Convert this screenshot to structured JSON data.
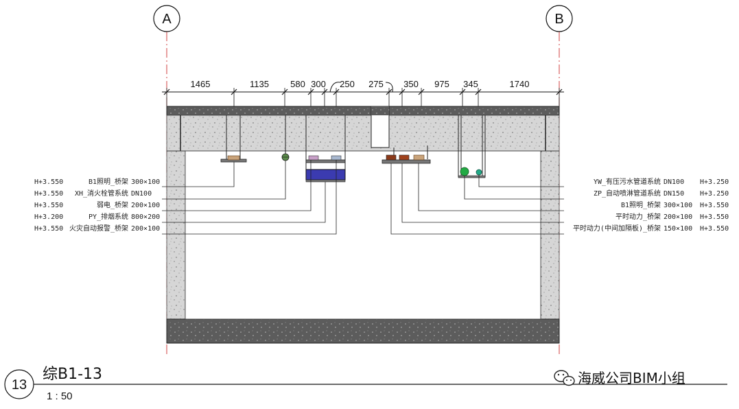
{
  "grid_axes": [
    {
      "label": "A"
    },
    {
      "label": "B"
    }
  ],
  "dimensions": [
    "1465",
    "1135",
    "580",
    "300",
    "250",
    "275",
    "350",
    "975",
    "345",
    "1740"
  ],
  "left_labels": [
    {
      "elev": "H+3.550",
      "name": "B1照明_桥架",
      "size": "300×100"
    },
    {
      "elev": "H+3.550",
      "name": "XH_消火栓管系统",
      "size": "DN100"
    },
    {
      "elev": "H+3.550",
      "name": "弱电_桥架",
      "size": "200×100"
    },
    {
      "elev": "H+3.200",
      "name": "PY_排烟系统",
      "size": "800×200"
    },
    {
      "elev": "H+3.550",
      "name": "火灾自动报警_桥架",
      "size": "200×100"
    }
  ],
  "right_labels": [
    {
      "name": "YW_有压污水管道系统",
      "size": "DN100",
      "elev": "H+3.250"
    },
    {
      "name": "ZP_自动喷淋管道系统",
      "size": "DN150",
      "elev": "H+3.250"
    },
    {
      "name": "B1照明_桥架",
      "size": "300×100",
      "elev": "H+3.550"
    },
    {
      "name": "平时动力_桥架",
      "size": "200×100",
      "elev": "H+3.550"
    },
    {
      "name": "平时动力(中间加隔板)_桥架",
      "size": "150×100",
      "elev": "H+3.550"
    }
  ],
  "section": {
    "number": "13",
    "title": "综B1-13",
    "scale": "1 : 50"
  },
  "watermark": "海威公司BIM小组",
  "colors": {
    "concrete": "#d4d4d4",
    "slab": "#5a5a5a",
    "duct_fill": "#3b3bb0",
    "pipe_green": "#22aa44",
    "tray_brown": "#8b3a1a",
    "grid_line": "#d04040"
  }
}
